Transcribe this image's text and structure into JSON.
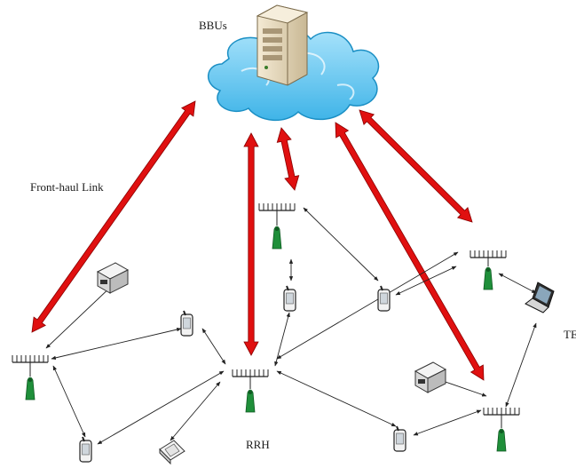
{
  "labels": {
    "bbus": "BBUs",
    "fronthaul": "Front-haul Link",
    "rrh": "RRH",
    "te": "TE"
  },
  "colors": {
    "fronthaul_arrow": "#e01010",
    "fronthaul_arrow_edge": "#8a0000",
    "cloud_fill": "#5ec8f2",
    "cloud_edge": "#1b8fc4",
    "server_body": "#e9dcc0",
    "antenna_green": "#1f8f3a",
    "wireless_link": "#222222"
  },
  "icons": [
    "server-icon",
    "cloud-icon",
    "rrh-antenna-icon",
    "phone-icon",
    "printer-icon",
    "laptop-icon",
    "scanner-icon"
  ]
}
